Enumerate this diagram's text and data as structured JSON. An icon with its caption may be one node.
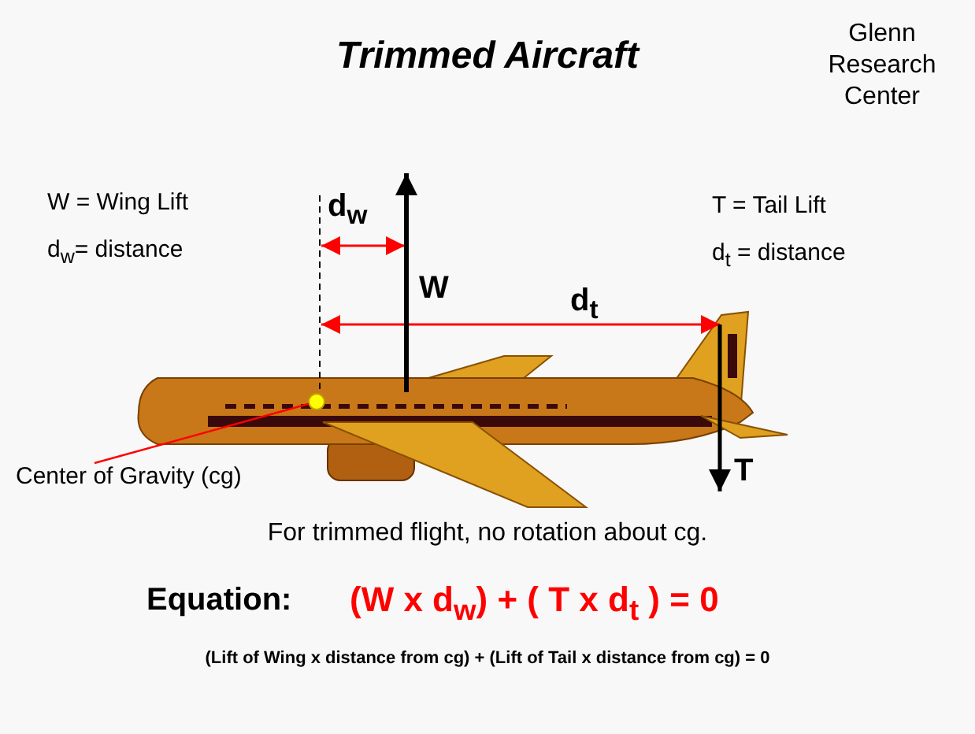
{
  "diagram": {
    "title": "Trimmed Aircraft",
    "nodes": [
      {
        "text": [
          "Center of Gravity (cg)"
        ]
      },
      {
        "text": [],
        "shape": "circle"
      }
    ],
    "edges": [
      {
        "from": 0,
        "to": 1,
        "arrow": "none",
        "color": "#ff0000"
      }
    ],
    "labels": [
      "Glenn Research Center",
      "W = Wing Lift",
      "d$_{w}$= distance",
      "d$_{w}$",
      "W",
      "T = Tail Lift",
      "d$_{t}$ = distance",
      "d$_{t}$",
      "T",
      "For trimmed flight, no rotation about cg.",
      "Equation:",
      "(W x d$_{w}$) + ( T x d$_{t}$ ) = 0",
      "(Lift of Wing x distance from cg) + (Lift of Tail x distance from cg) = 0"
    ]
  }
}
